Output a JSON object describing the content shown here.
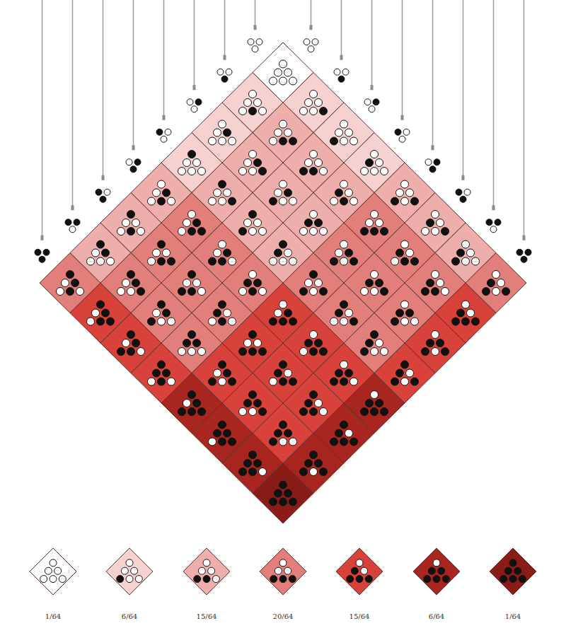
{
  "diagram": {
    "labels": [
      "1/64",
      "6/64",
      "15/64",
      "20/64",
      "15/64",
      "6/64",
      "1/64"
    ]
  }
}
